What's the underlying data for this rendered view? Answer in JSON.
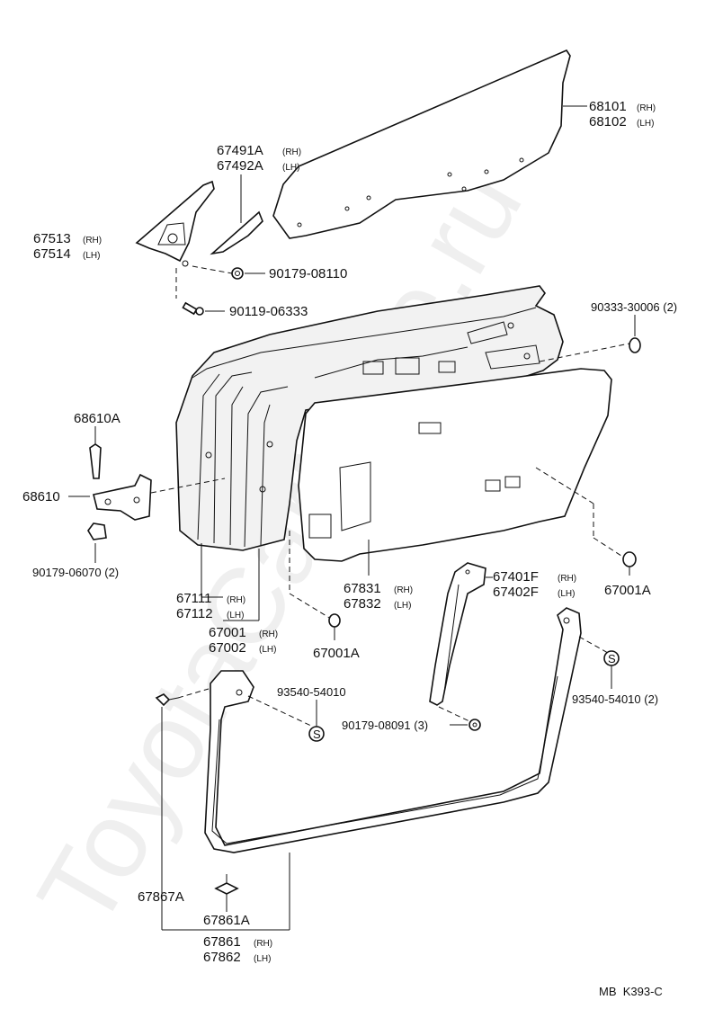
{
  "watermark": "ToyotaCarMine.ru",
  "footer": {
    "code": "MB  K393-C"
  },
  "labels": {
    "glass_rh": "68101",
    "glass_lh": "68102",
    "partition_rh": "67491A",
    "partition_lh": "67492A",
    "mirror_base_rh": "67513",
    "mirror_base_lh": "67514",
    "clip_90179_08110": "90179-08110",
    "screw_90119": "90119-06333",
    "plug_90333": "90333-30006 (2)",
    "hinge_pin": "68610A",
    "check_assy": "68610",
    "nut_90179_06070": "90179-06070 (2)",
    "panel_67111": "67111",
    "panel_67112": "67112",
    "panel_67001": "67001",
    "panel_67002": "67002",
    "trim_rh": "67831",
    "trim_lh": "67832",
    "clip_67001a_left": "67001A",
    "clip_67001a_right": "67001A",
    "run_rh": "67401F",
    "run_lh": "67402F",
    "screw_93540_left": "93540-54010",
    "screw_93540_right": "93540-54010 (2)",
    "nut_90179_08091": "90179-08091 (3)",
    "clip_67867a": "67867A",
    "clip_67861a": "67861A",
    "weather_rh": "67861",
    "weather_lh": "67862"
  },
  "side_tags": {
    "rh": "(RH)",
    "lh": "(LH)"
  },
  "screw_glyph": "S"
}
